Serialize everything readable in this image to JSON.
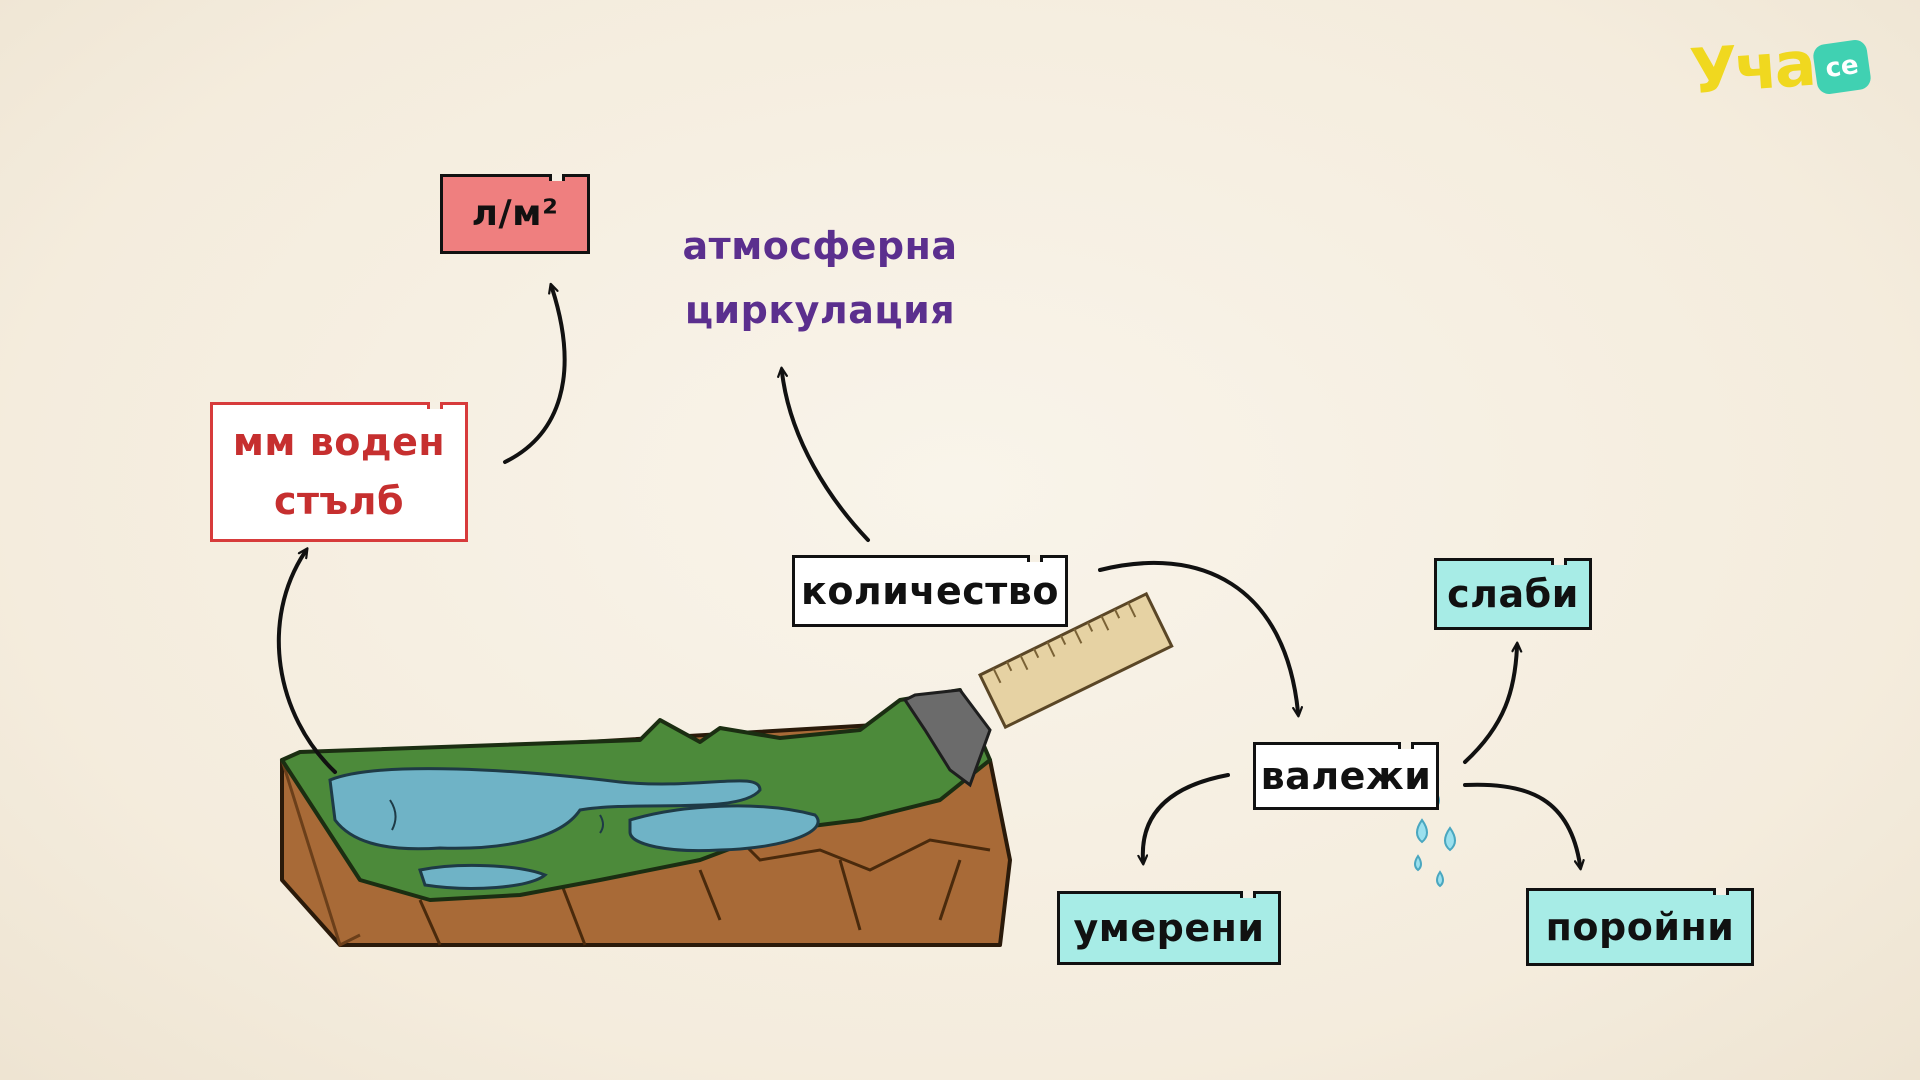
{
  "logo": {
    "text": "Уча",
    "badge": "се"
  },
  "labels": {
    "per_m2": "л/м²",
    "mm_line1": "мм воден",
    "mm_line2": "стълб",
    "atmo_line1": "атмосферна",
    "atmo_line2": "циркулация",
    "quantity": "количество",
    "precipitation": "валежи",
    "weak": "слаби",
    "moderate": "умерени",
    "torrential": "поройни"
  },
  "colors": {
    "red_fill": "#ef7f7f",
    "red_outline": "#d73b3b",
    "purple_text": "#5b2f8e",
    "cyan_fill": "#a7ece6",
    "logo_yellow": "#f0d81f",
    "logo_teal": "#40d1b2"
  },
  "icons": [
    "landscape-illustration",
    "ruler-icon",
    "raindrops-icon",
    "arrow-icon"
  ]
}
